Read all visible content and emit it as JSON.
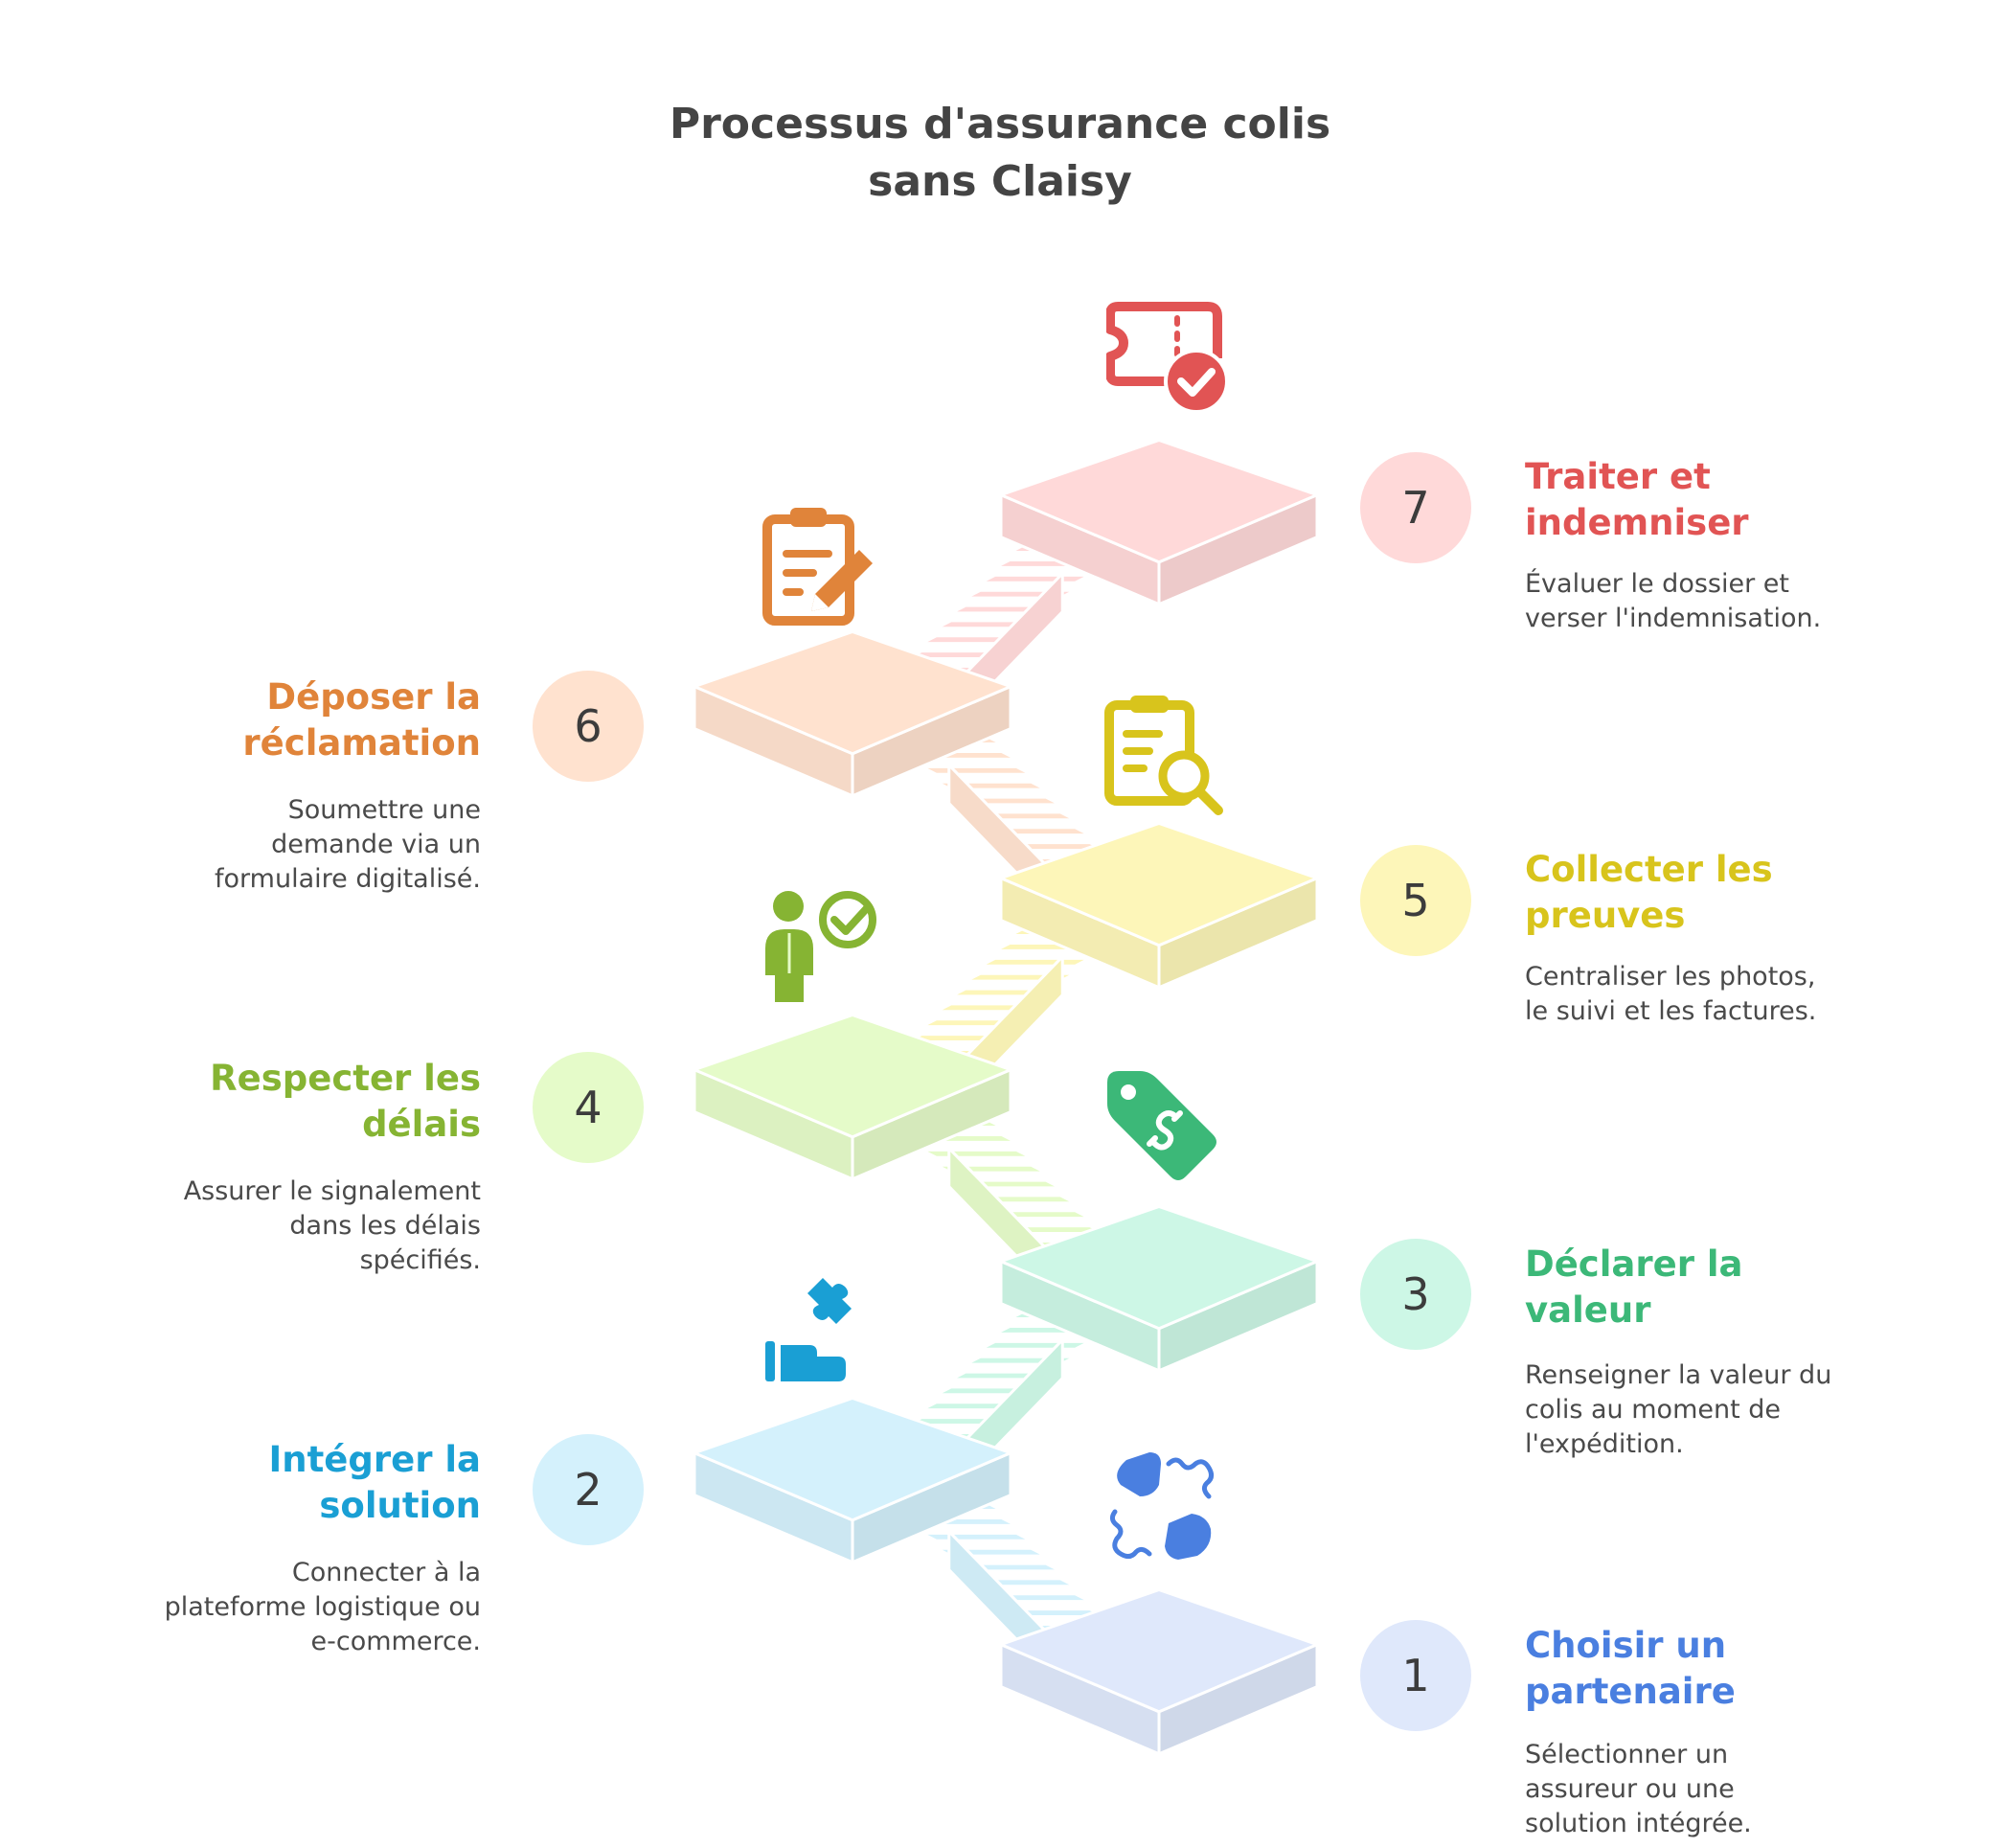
{
  "title_line1": "Processus d'assurance colis",
  "title_line2": "sans Claisy",
  "steps": [
    {
      "number": "1",
      "title_line1": "Choisir un",
      "title_line2": "partenaire",
      "desc": [
        "Sélectionner un",
        "assureur ou une",
        "solution intégrée."
      ],
      "color": "#4a7fe0",
      "light": "#dfe8fb",
      "icon": "handshake-icon",
      "side": "right"
    },
    {
      "number": "2",
      "title_line1": "Intégrer la",
      "title_line2": "solution",
      "desc": [
        "Connecter à la",
        "plateforme logistique ou",
        "e-commerce."
      ],
      "color": "#1a9fd4",
      "light": "#d4f1fc",
      "icon": "puzzle-hand-icon",
      "side": "left"
    },
    {
      "number": "3",
      "title_line1": "Déclarer la",
      "title_line2": "valeur",
      "desc": [
        "Renseigner la valeur du",
        "colis au moment de",
        "l'expédition."
      ],
      "color": "#3cb878",
      "light": "#cdf7e6",
      "icon": "price-tag-icon",
      "side": "right"
    },
    {
      "number": "4",
      "title_line1": "Respecter les",
      "title_line2": "délais",
      "desc": [
        "Assurer le signalement",
        "dans les délais",
        "spécifiés."
      ],
      "color": "#86b433",
      "light": "#e5fbc9",
      "icon": "person-check-icon",
      "side": "left"
    },
    {
      "number": "5",
      "title_line1": "Collecter les",
      "title_line2": "preuves",
      "desc": [
        "Centraliser les photos,",
        "le suivi et les factures."
      ],
      "color": "#d8c41c",
      "light": "#fdf6b9",
      "icon": "document-search-icon",
      "side": "right"
    },
    {
      "number": "6",
      "title_line1": "Déposer la",
      "title_line2": "réclamation",
      "desc": [
        "Soumettre une",
        "demande via un",
        "formulaire digitalisé."
      ],
      "color": "#e0843a",
      "light": "#ffe2cf",
      "icon": "clipboard-edit-icon",
      "side": "left"
    },
    {
      "number": "7",
      "title_line1": "Traiter et",
      "title_line2": "indemniser",
      "desc": [
        "Évaluer le dossier et",
        "verser l'indemnisation."
      ],
      "color": "#e15454",
      "light": "#ffd9d9",
      "icon": "ticket-check-icon",
      "side": "right"
    }
  ]
}
